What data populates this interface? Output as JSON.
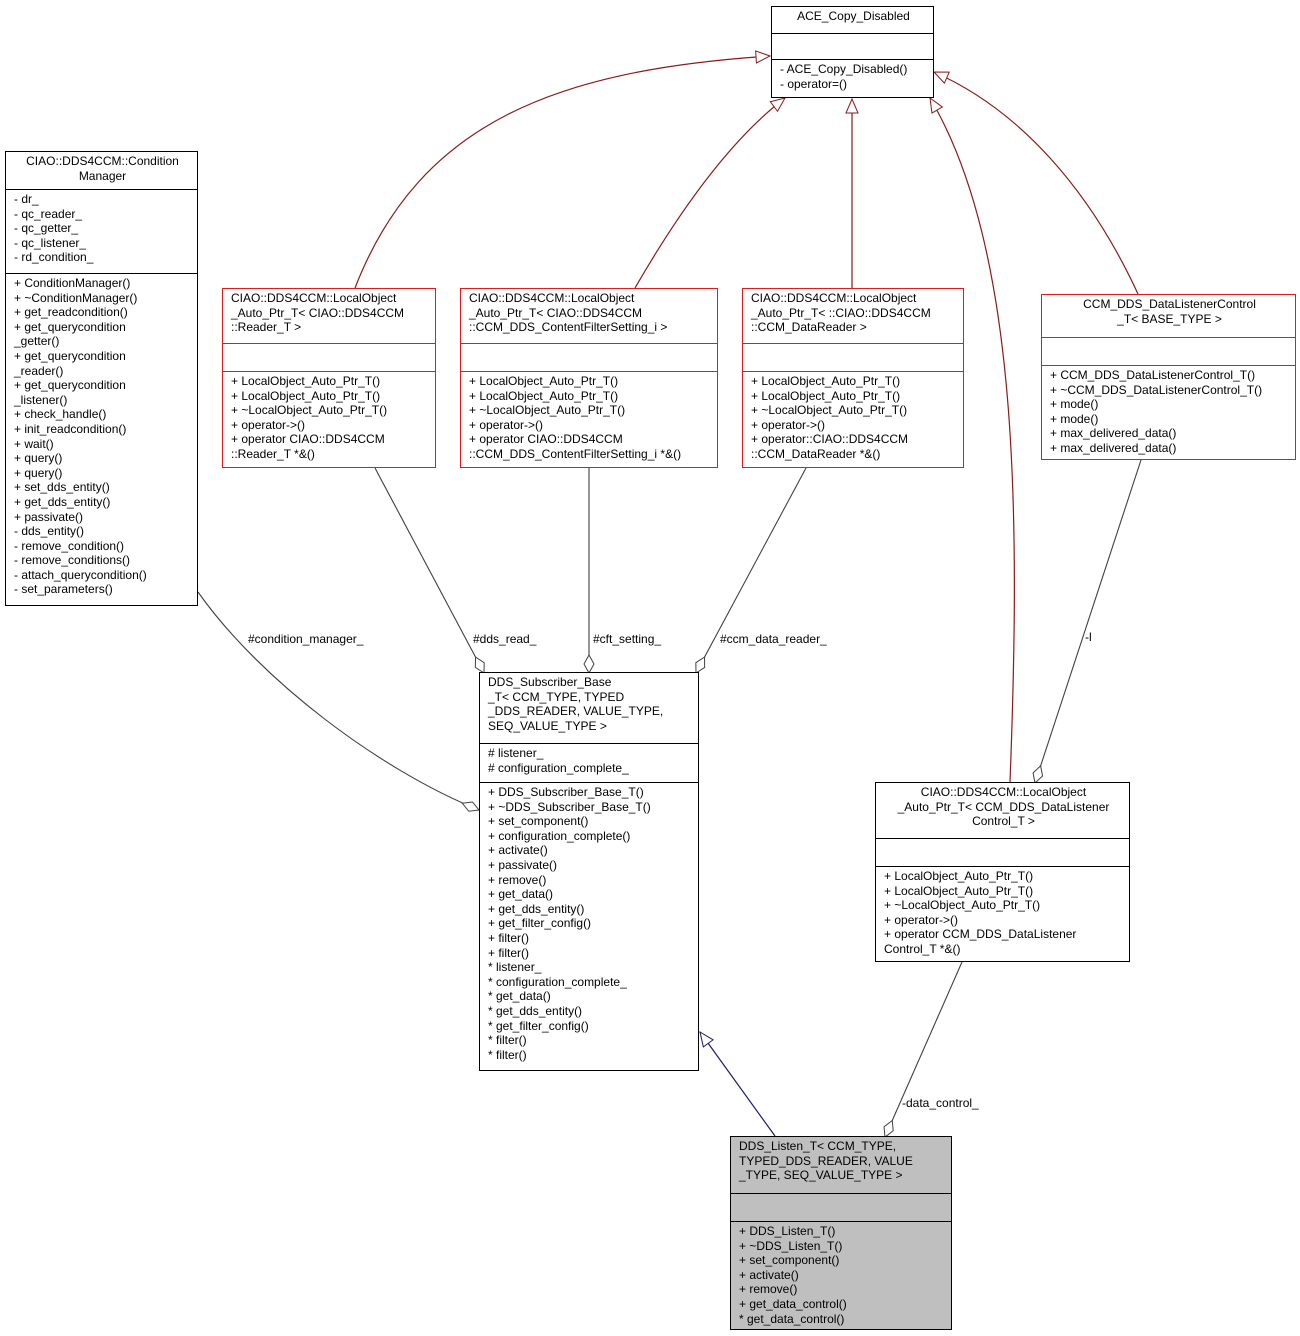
{
  "classes": {
    "ace": {
      "title": "ACE_Copy_Disabled",
      "attributes": [],
      "methods": [
        "- ACE_Copy_Disabled()",
        "- operator=()"
      ]
    },
    "cond": {
      "title": "CIAO::DDS4CCM::Condition\nManager",
      "attributes": [
        "- dr_",
        "- qc_reader_",
        "- qc_getter_",
        "- qc_listener_",
        "- rd_condition_"
      ],
      "methods": [
        "+ ConditionManager()",
        "+ ~ConditionManager()",
        "+ get_readcondition()",
        "+ get_querycondition\n_getter()",
        "+ get_querycondition\n_reader()",
        "+ get_querycondition\n_listener()",
        "+ check_handle()",
        "+ init_readcondition()",
        "+ wait()",
        "+ query()",
        "+ query()",
        "+ set_dds_entity()",
        "+ get_dds_entity()",
        "+ passivate()",
        "- dds_entity()",
        "- remove_condition()",
        "- remove_conditions()",
        "- attach_querycondition()",
        "- set_parameters()"
      ]
    },
    "lo_reader": {
      "title": "CIAO::DDS4CCM::LocalObject\n_Auto_Ptr_T< CIAO::DDS4CCM\n::Reader_T >",
      "attributes": [],
      "methods": [
        "+ LocalObject_Auto_Ptr_T()",
        "+ LocalObject_Auto_Ptr_T()",
        "+ ~LocalObject_Auto_Ptr_T()",
        "+ operator->()",
        "+ operator CIAO::DDS4CCM\n::Reader_T *&()"
      ]
    },
    "lo_cft": {
      "title": "CIAO::DDS4CCM::LocalObject\n_Auto_Ptr_T< CIAO::DDS4CCM\n::CCM_DDS_ContentFilterSetting_i >",
      "attributes": [],
      "methods": [
        "+ LocalObject_Auto_Ptr_T()",
        "+ LocalObject_Auto_Ptr_T()",
        "+ ~LocalObject_Auto_Ptr_T()",
        "+ operator->()",
        "+ operator CIAO::DDS4CCM\n::CCM_DDS_ContentFilterSetting_i *&()"
      ]
    },
    "lo_dr": {
      "title": "CIAO::DDS4CCM::LocalObject\n_Auto_Ptr_T< ::CIAO::DDS4CCM\n::CCM_DataReader >",
      "attributes": [],
      "methods": [
        "+ LocalObject_Auto_Ptr_T()",
        "+ LocalObject_Auto_Ptr_T()",
        "+ ~LocalObject_Auto_Ptr_T()",
        "+ operator->()",
        "+ operator::CIAO::DDS4CCM\n::CCM_DataReader *&()"
      ]
    },
    "dlc": {
      "title": "CCM_DDS_DataListenerControl\n_T< BASE_TYPE >",
      "attributes": [],
      "methods": [
        "+ CCM_DDS_DataListenerControl_T()",
        "+ ~CCM_DDS_DataListenerControl_T()",
        "+ mode()",
        "+ mode()",
        "+ max_delivered_data()",
        "+ max_delivered_data()"
      ]
    },
    "sub": {
      "title": "DDS_Subscriber_Base\n_T< CCM_TYPE, TYPED\n_DDS_READER, VALUE_TYPE,\nSEQ_VALUE_TYPE >",
      "attributes": [
        "# listener_",
        "# configuration_complete_"
      ],
      "methods": [
        "+ DDS_Subscriber_Base_T()",
        "+ ~DDS_Subscriber_Base_T()",
        "+ set_component()",
        "+ configuration_complete()",
        "+ activate()",
        "+ passivate()",
        "+ remove()",
        "+ get_data()",
        "+ get_dds_entity()",
        "+ get_filter_config()",
        "+ filter()",
        "+ filter()",
        "* listener_",
        "* configuration_complete_",
        "* get_data()",
        "* get_dds_entity()",
        "* get_filter_config()",
        "* filter()",
        "* filter()"
      ]
    },
    "lo_dlc": {
      "title": "CIAO::DDS4CCM::LocalObject\n_Auto_Ptr_T< CCM_DDS_DataListener\nControl_T >",
      "attributes": [],
      "methods": [
        "+ LocalObject_Auto_Ptr_T()",
        "+ LocalObject_Auto_Ptr_T()",
        "+ ~LocalObject_Auto_Ptr_T()",
        "+ operator->()",
        "+ operator CCM_DDS_DataListener\nControl_T *&()"
      ]
    },
    "listen": {
      "title": "DDS_Listen_T< CCM_TYPE,\nTYPED_DDS_READER, VALUE\n_TYPE, SEQ_VALUE_TYPE >",
      "attributes": [],
      "methods": [
        "+ DDS_Listen_T()",
        "+ ~DDS_Listen_T()",
        "+ set_component()",
        "+ activate()",
        "+ remove()",
        "+ get_data_control()",
        "* get_data_control()"
      ]
    }
  },
  "edge_labels": {
    "condition_manager": "#condition_manager_",
    "dds_read": "#dds_read_",
    "cft_setting": "#cft_setting_",
    "ccm_data_reader": "#ccm_data_reader_",
    "l": "-l",
    "data_control": "-data_control_"
  },
  "colors": {
    "inheritance_line": "#8b1a1a",
    "base_inheritance_line": "#191970",
    "association_line": "#404040",
    "template_border": "#e31a1c",
    "focus_fill": "#bfbfbf"
  }
}
